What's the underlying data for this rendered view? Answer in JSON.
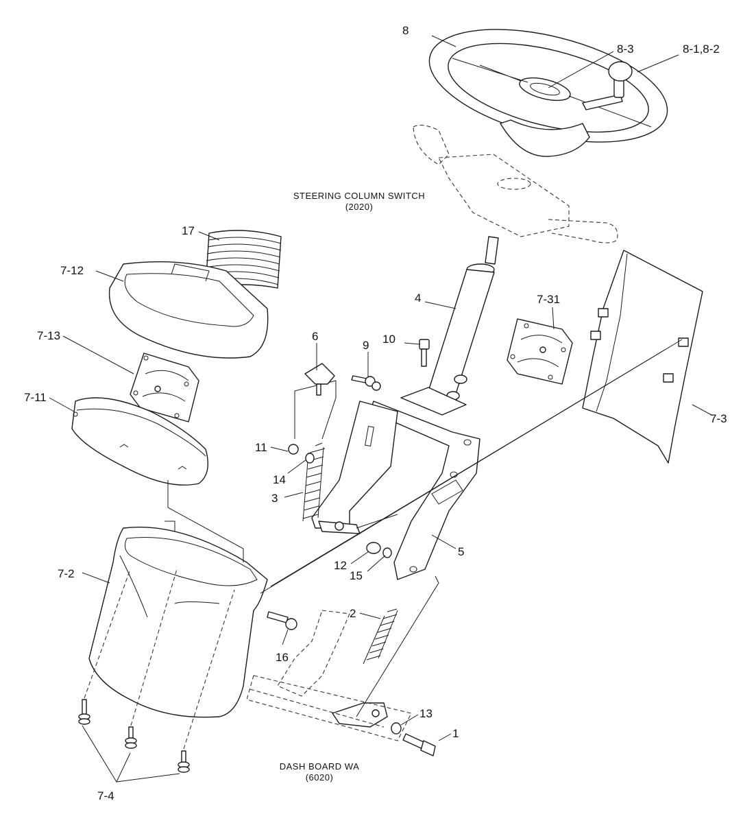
{
  "colors": {
    "line": "#1a1a1a",
    "background": "#ffffff"
  },
  "callouts": {
    "c1": "1",
    "c2": "2",
    "c3": "3",
    "c4": "4",
    "c5": "5",
    "c6": "6",
    "c7_2": "7-2",
    "c7_3": "7-3",
    "c7_4": "7-4",
    "c7_11": "7-11",
    "c7_12": "7-12",
    "c7_13": "7-13",
    "c7_31": "7-31",
    "c8": "8",
    "c8_1_8_2": "8-1,8-2",
    "c8_3": "8-3",
    "c9": "9",
    "c10": "10",
    "c11": "11",
    "c12": "12",
    "c13": "13",
    "c14": "14",
    "c15": "15",
    "c16": "16",
    "c17": "17"
  },
  "references": {
    "steering_switch": {
      "name": "STEERING COLUMN SWITCH",
      "code": "(2020)"
    },
    "dash_board": {
      "name": "DASH BOARD WA",
      "code": "(6020)"
    }
  }
}
